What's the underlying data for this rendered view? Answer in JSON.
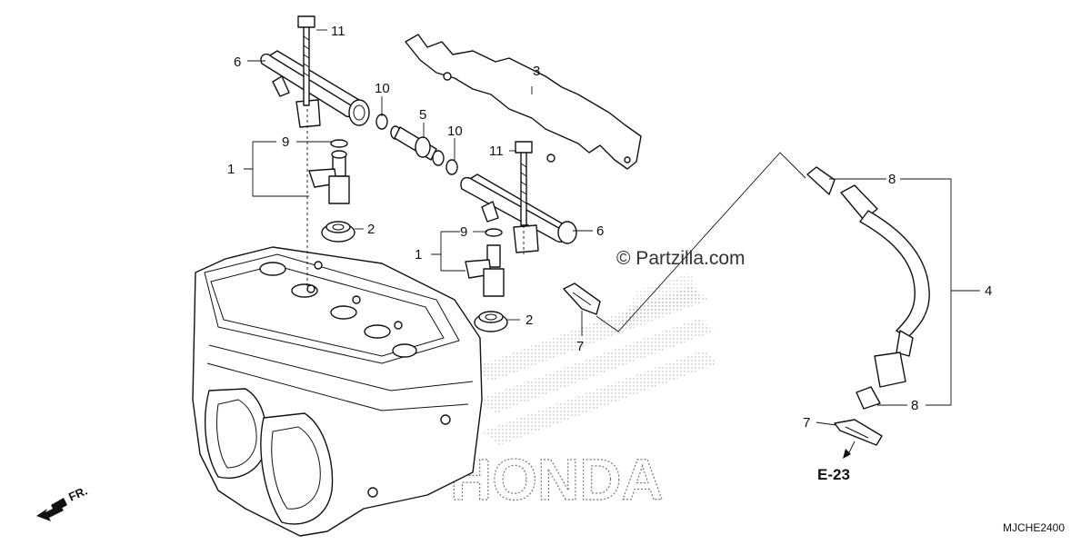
{
  "watermark": "© Partzilla.com",
  "brand_watermark": "HONDA",
  "diagram_code": "MJCHE2400",
  "front_arrow_label": "FR.",
  "reference": "E-23",
  "callouts": {
    "injector_left": "1",
    "injector_right": "1",
    "insulator_left": "2",
    "insulator_right": "2",
    "bracket": "3",
    "sub_harness": "4",
    "joint_pipe": "5",
    "fuel_rail_left": "6",
    "fuel_rail_right": "6",
    "clip_center": "7",
    "clip_lower": "7",
    "connector_top": "8",
    "connector_bottom": "8",
    "oring_left": "9",
    "oring_right": "9",
    "oring_top": "10",
    "oring_mid": "10",
    "bolt_left": "11",
    "bolt_right": "11"
  }
}
